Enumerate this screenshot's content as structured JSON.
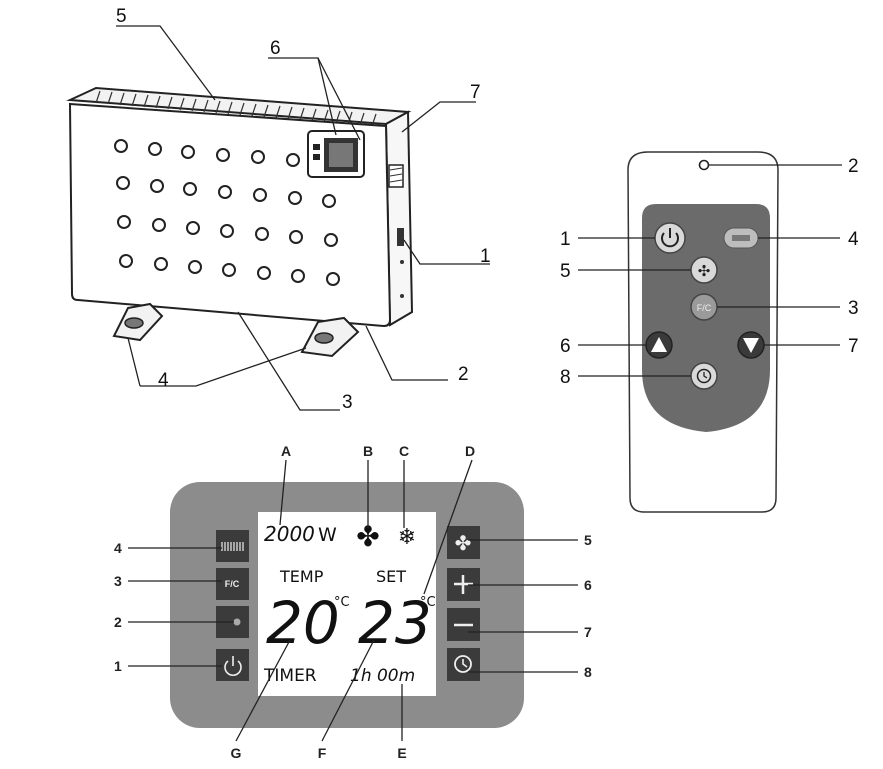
{
  "heater": {
    "callouts": [
      "5",
      "6",
      "7",
      "1",
      "2",
      "3",
      "4"
    ]
  },
  "remote": {
    "callouts": [
      "2",
      "1",
      "4",
      "5",
      "3",
      "6",
      "7",
      "8"
    ],
    "fc_label": "F/C"
  },
  "panel": {
    "letters": [
      "A",
      "B",
      "C",
      "D",
      "E",
      "F",
      "G"
    ],
    "left_callouts": [
      "4",
      "3",
      "2",
      "1"
    ],
    "right_callouts": [
      "5",
      "6",
      "7",
      "8"
    ],
    "fc_button_label": "F/C",
    "power": "2000",
    "power_unit": "W",
    "temp_label": "TEMP",
    "set_label": "SET",
    "temp_value": "20",
    "temp_unit": "°C",
    "set_value": "23",
    "set_unit": "°C",
    "timer_label": "TIMER",
    "timer_value": "1h 00m"
  }
}
